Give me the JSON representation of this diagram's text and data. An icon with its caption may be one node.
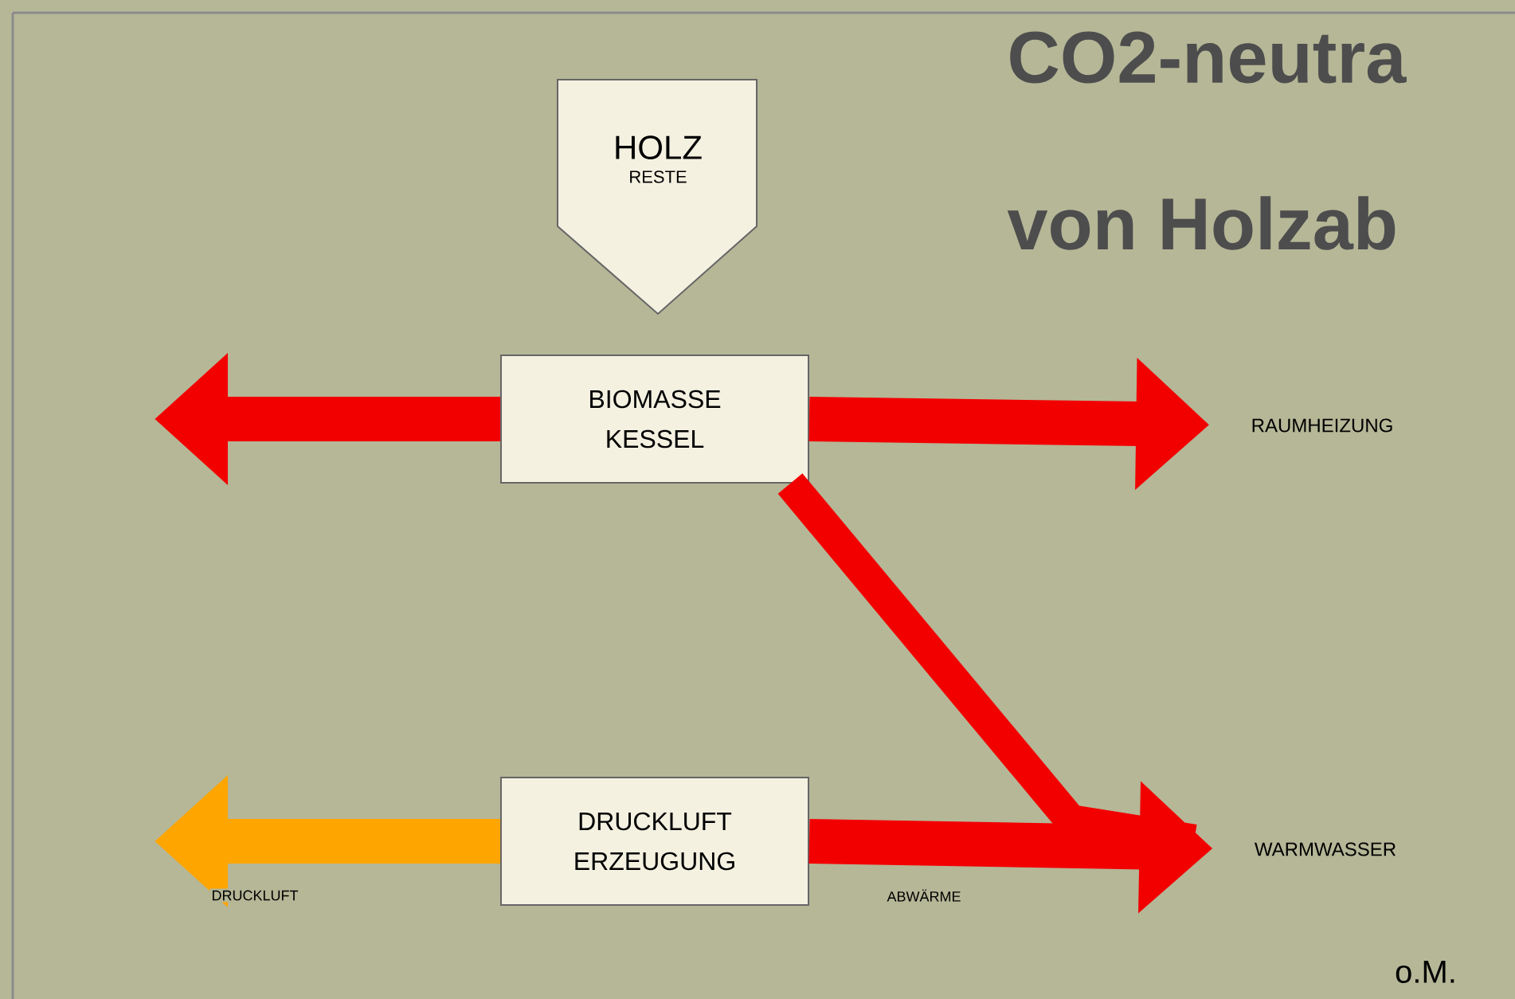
{
  "diagram": {
    "nodes": [
      {
        "text": [
          "HOLZ",
          "RESTE"
        ]
      },
      {
        "text": [
          "BIOMASSE KESSEL"
        ]
      },
      {
        "text": [
          "RAUMHEIZUNG"
        ]
      },
      {
        "text": [
          "DRUCKLUFT ERZEUGUNG"
        ]
      },
      {
        "text": [
          "WARMWASSER"
        ]
      }
    ],
    "edges": [
      {
        "from": 1,
        "to": null,
        "arrow": "to"
      },
      {
        "from": 1,
        "to": 2,
        "arrow": "to"
      },
      {
        "from": 1,
        "to": 4,
        "arrow": "none"
      },
      {
        "from": 3,
        "to": null,
        "arrow": "to",
        "label": "DRUCKLUFT",
        "color": "#ffa500"
      },
      {
        "from": 3,
        "to": 4,
        "arrow": "to",
        "label": "ABWÄRME"
      }
    ],
    "labels": [
      "CO2-neutra",
      "von Holzab",
      "o.M."
    ]
  }
}
